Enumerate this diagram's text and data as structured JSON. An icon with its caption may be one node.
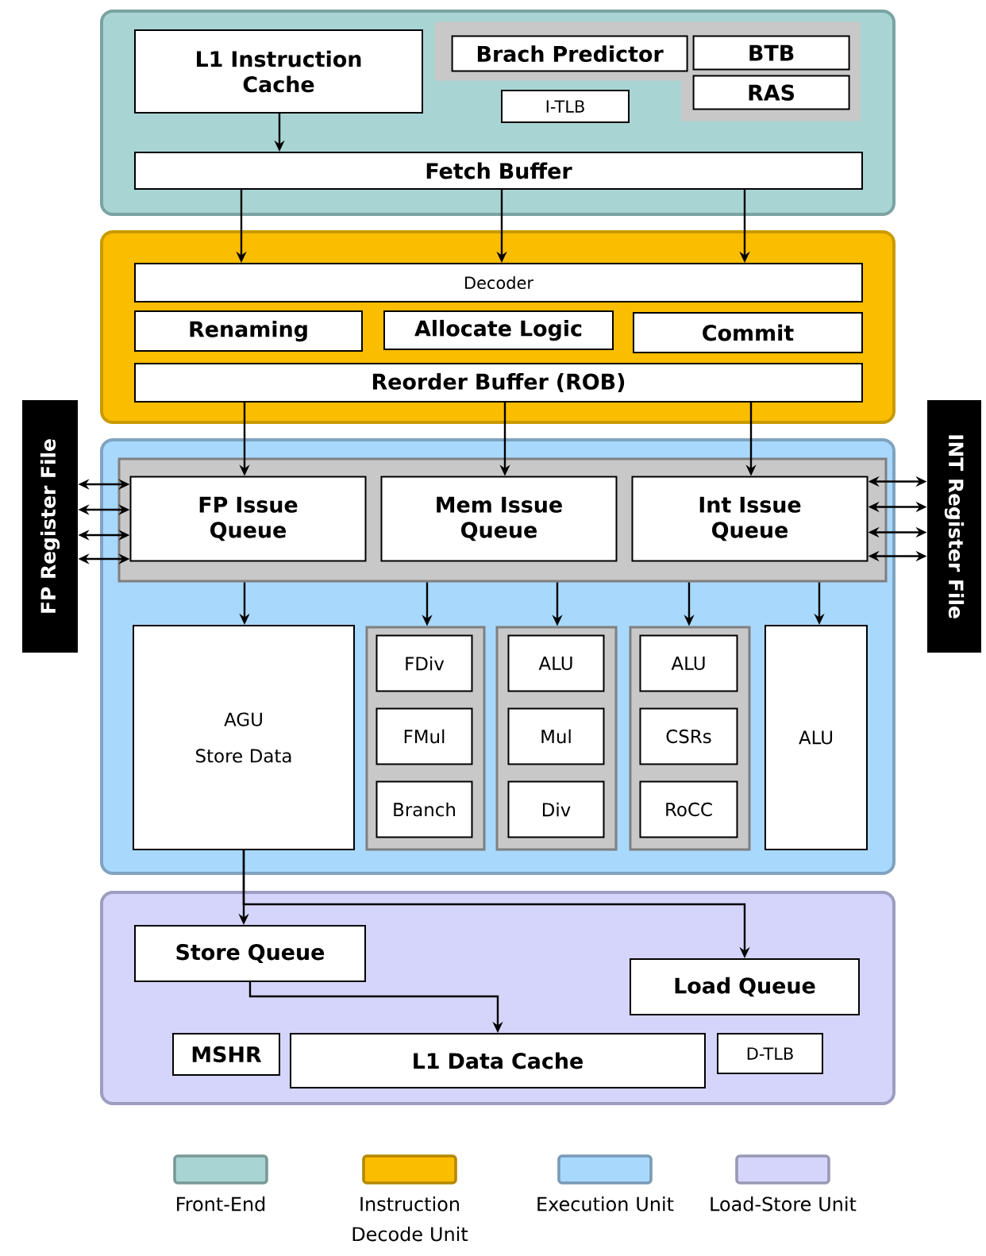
{
  "diagram": {
    "nodes": [
      {
        "text": [],
        "shape": "box"
      },
      {
        "text": [
          "L1 Instruction Cache"
        ],
        "in": 0
      },
      {
        "text": [],
        "shape": "box",
        "in": 0
      },
      {
        "text": [
          "Brach Predictor"
        ],
        "in": 2
      },
      {
        "text": [
          "BTB"
        ],
        "in": 2
      },
      {
        "text": [
          "RAS"
        ],
        "in": 2
      },
      {
        "text": [
          "I-TLB"
        ],
        "in": 0
      },
      {
        "text": [
          "Fetch Buffer"
        ],
        "in": 0
      },
      {
        "text": [],
        "shape": "box"
      },
      {
        "text": [
          "Decoder"
        ],
        "in": 8
      },
      {
        "text": [
          "Renaming"
        ],
        "in": 8
      },
      {
        "text": [
          "Allocate Logic"
        ],
        "in": 8
      },
      {
        "text": [
          "Commit"
        ],
        "in": 8
      },
      {
        "text": [
          "Reorder Buffer (ROB)"
        ],
        "in": 8
      },
      {
        "text": [],
        "shape": "box"
      },
      {
        "text": [],
        "shape": "box",
        "in": 14
      },
      {
        "text": [
          "FP Issue Queue"
        ],
        "in": 15
      },
      {
        "text": [
          "Mem Issue Queue"
        ],
        "in": 15
      },
      {
        "text": [
          "Int Issue Queue"
        ],
        "in": 15
      },
      {
        "text": [
          "AGU",
          "Store Data"
        ],
        "in": 14
      },
      {
        "text": [],
        "shape": "box",
        "in": 14
      },
      {
        "text": [
          "FDiv"
        ],
        "in": 20
      },
      {
        "text": [
          "FMul"
        ],
        "in": 20
      },
      {
        "text": [
          "Branch"
        ],
        "in": 20
      },
      {
        "text": [],
        "shape": "box",
        "in": 14
      },
      {
        "text": [
          "ALU"
        ],
        "in": 24
      },
      {
        "text": [
          "Mul"
        ],
        "in": 24
      },
      {
        "text": [
          "Div"
        ],
        "in": 24
      },
      {
        "text": [],
        "shape": "box",
        "in": 14
      },
      {
        "text": [
          "ALU"
        ],
        "in": 28
      },
      {
        "text": [
          "CSRs"
        ],
        "in": 28
      },
      {
        "text": [
          "RoCC"
        ],
        "in": 28
      },
      {
        "text": [
          "ALU"
        ],
        "in": 14
      },
      {
        "text": [
          "FP Register File"
        ]
      },
      {
        "text": [
          "INT Register File"
        ]
      },
      {
        "text": [],
        "shape": "box"
      },
      {
        "text": [
          "Store Queue"
        ],
        "in": 35
      },
      {
        "text": [
          "Load Queue"
        ],
        "in": 35
      },
      {
        "text": [
          "MSHR"
        ],
        "in": 35
      },
      {
        "text": [
          "L1 Data Cache"
        ],
        "in": 35
      },
      {
        "text": [
          "D-TLB"
        ],
        "in": 35
      }
    ],
    "edges": [
      {
        "from": 1,
        "to": 7,
        "arrow": "to"
      },
      {
        "from": 7,
        "to": 9,
        "arrow": "to"
      },
      {
        "from": 7,
        "to": 9,
        "arrow": "to"
      },
      {
        "from": 7,
        "to": 9,
        "arrow": "to"
      },
      {
        "from": 13,
        "to": 16,
        "arrow": "to"
      },
      {
        "from": 13,
        "to": 17,
        "arrow": "to"
      },
      {
        "from": 13,
        "to": 18,
        "arrow": "to"
      },
      {
        "from": 15,
        "to": 19,
        "arrow": "to"
      },
      {
        "from": 15,
        "to": 20,
        "arrow": "to"
      },
      {
        "from": 15,
        "to": 24,
        "arrow": "to"
      },
      {
        "from": 15,
        "to": 28,
        "arrow": "to"
      },
      {
        "from": 15,
        "to": 32,
        "arrow": "to"
      },
      {
        "from": 33,
        "to": 16,
        "arrow": "both"
      },
      {
        "from": 33,
        "to": 16,
        "arrow": "both"
      },
      {
        "from": 33,
        "to": 16,
        "arrow": "both"
      },
      {
        "from": 33,
        "to": 16,
        "arrow": "both"
      },
      {
        "from": 18,
        "to": 34,
        "arrow": "both"
      },
      {
        "from": 18,
        "to": 34,
        "arrow": "both"
      },
      {
        "from": 18,
        "to": 34,
        "arrow": "both"
      },
      {
        "from": 18,
        "to": 34,
        "arrow": "both"
      },
      {
        "from": 19,
        "to": 36,
        "arrow": "to"
      },
      {
        "from": 19,
        "to": 37,
        "arrow": "to"
      },
      {
        "from": 36,
        "to": 39,
        "arrow": "to"
      }
    ],
    "legend": [
      {
        "text": "Front-End",
        "color": "#a8d5d3"
      },
      {
        "text": "Instruction Decode Unit",
        "color": "#fbbd00"
      },
      {
        "text": "Execution Unit",
        "color": "#a9d8fd"
      },
      {
        "text": "Load-Store Unit",
        "color": "#d5d5fb"
      }
    ]
  }
}
